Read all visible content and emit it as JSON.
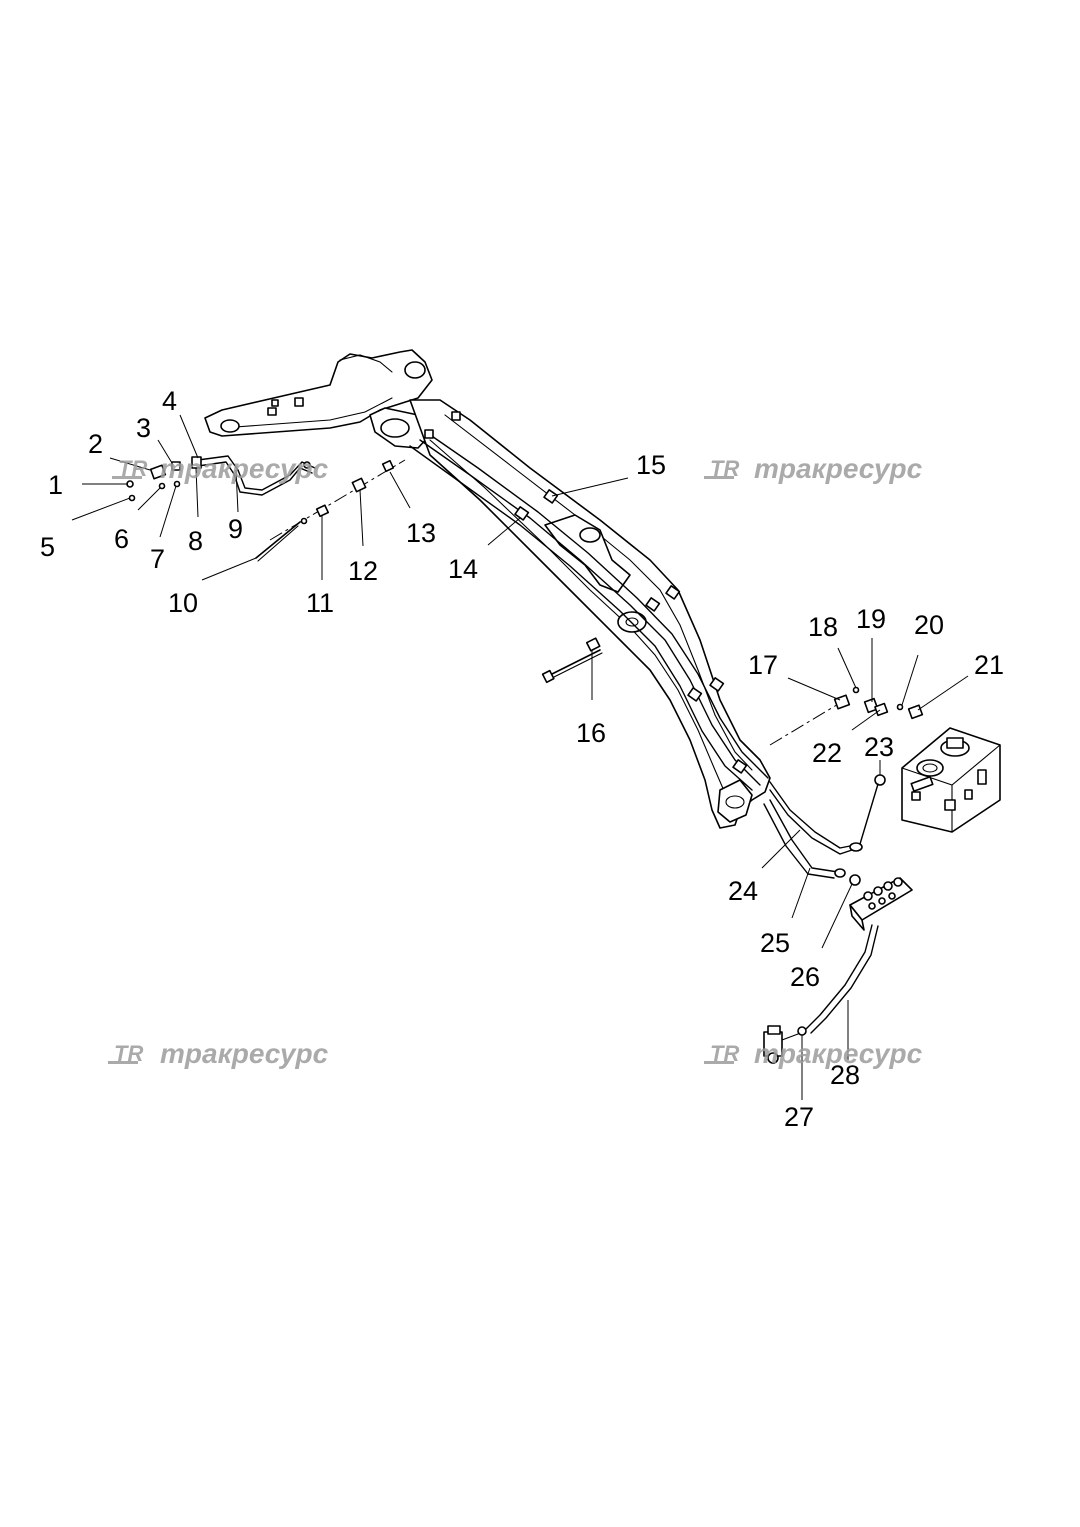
{
  "diagram": {
    "callouts": [
      "1",
      "2",
      "3",
      "4",
      "5",
      "6",
      "7",
      "8",
      "9",
      "10",
      "11",
      "12",
      "13",
      "14",
      "15",
      "16",
      "17",
      "18",
      "19",
      "20",
      "21",
      "22",
      "23",
      "24",
      "25",
      "26",
      "27",
      "28"
    ]
  },
  "watermark": {
    "logo": "TR",
    "text": "тракресурс",
    "color": "#9c9c9c"
  }
}
